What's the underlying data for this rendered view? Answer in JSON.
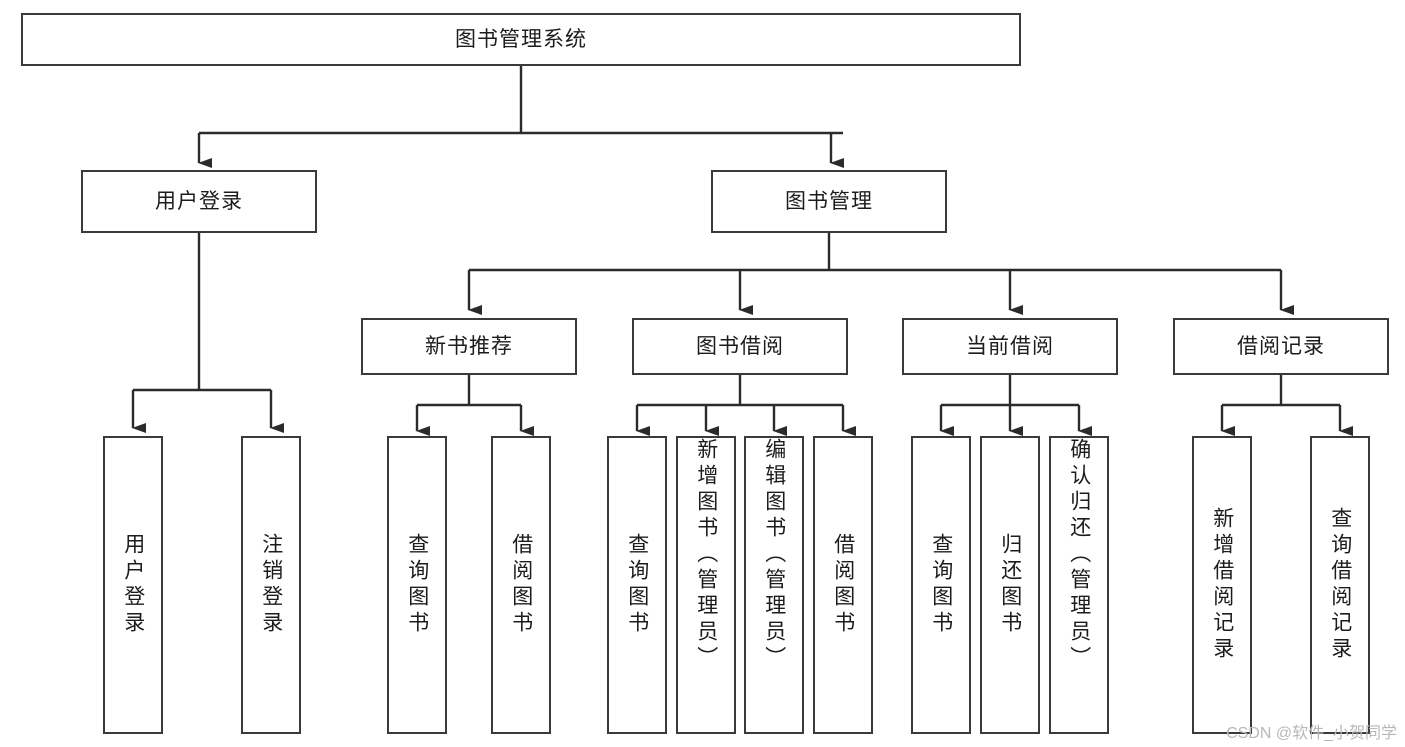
{
  "diagram": {
    "title": "图书管理系统",
    "type": "hierarchy-tree",
    "watermark": "CSDN @软件_小贺同学",
    "colors": {
      "box_border": "#3a3a3a",
      "box_fill": "#ffffff",
      "edge": "#2b2b2b",
      "text": "#1c1c1c",
      "watermark": "#b8b8b8"
    },
    "nodes": {
      "root": {
        "label": "图书管理系统",
        "level": 1,
        "orientation": "horizontal"
      },
      "l2_a": {
        "label": "用户登录",
        "level": 2,
        "orientation": "horizontal"
      },
      "l2_b": {
        "label": "图书管理",
        "level": 2,
        "orientation": "horizontal"
      },
      "l3_a": {
        "label": "新书推荐",
        "level": 3,
        "orientation": "horizontal"
      },
      "l3_b": {
        "label": "图书借阅",
        "level": 3,
        "orientation": "horizontal"
      },
      "l3_c": {
        "label": "当前借阅",
        "level": 3,
        "orientation": "horizontal"
      },
      "l3_d": {
        "label": "借阅记录",
        "level": 3,
        "orientation": "horizontal"
      },
      "leaf_1": {
        "label": "用户登录",
        "level": 4,
        "orientation": "vertical",
        "parent": "用户登录"
      },
      "leaf_2": {
        "label": "注销登录",
        "level": 4,
        "orientation": "vertical",
        "parent": "用户登录"
      },
      "leaf_3": {
        "label": "查询图书",
        "level": 4,
        "orientation": "vertical",
        "parent": "新书推荐"
      },
      "leaf_4": {
        "label": "借阅图书",
        "level": 4,
        "orientation": "vertical",
        "parent": "新书推荐"
      },
      "leaf_5": {
        "label": "查询图书",
        "level": 4,
        "orientation": "vertical",
        "parent": "图书借阅"
      },
      "leaf_6": {
        "label": "新增图书（管理员）",
        "level": 4,
        "orientation": "vertical",
        "parent": "图书借阅"
      },
      "leaf_7": {
        "label": "编辑图书（管理员）",
        "level": 4,
        "orientation": "vertical",
        "parent": "图书借阅"
      },
      "leaf_8": {
        "label": "借阅图书",
        "level": 4,
        "orientation": "vertical",
        "parent": "图书借阅"
      },
      "leaf_9": {
        "label": "查询图书",
        "level": 4,
        "orientation": "vertical",
        "parent": "当前借阅"
      },
      "leaf_10": {
        "label": "归还图书",
        "level": 4,
        "orientation": "vertical",
        "parent": "当前借阅"
      },
      "leaf_11": {
        "label": "确认归还（管理员）",
        "level": 4,
        "orientation": "vertical",
        "parent": "当前借阅"
      },
      "leaf_12": {
        "label": "新增借阅记录",
        "level": 4,
        "orientation": "vertical",
        "parent": "借阅记录"
      },
      "leaf_13": {
        "label": "查询借阅记录",
        "level": 4,
        "orientation": "vertical",
        "parent": "借阅记录"
      }
    }
  }
}
